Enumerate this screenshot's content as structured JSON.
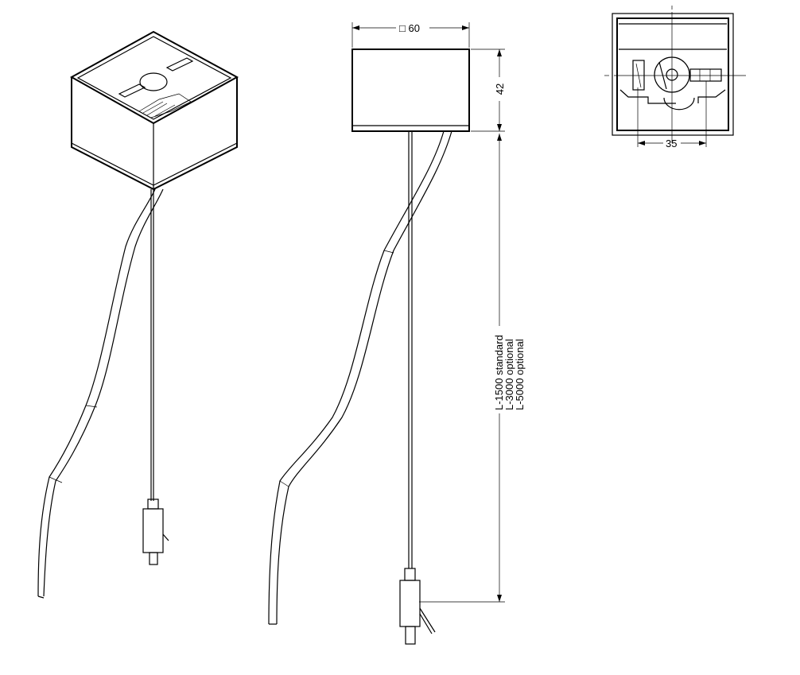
{
  "drawing": {
    "width_dimension": "□ 60",
    "height_dimension": "42",
    "spacing_dimension": "35",
    "cable_length_options": [
      "L-1500 standard",
      "L-3000 optional",
      "L-5000 optional"
    ]
  },
  "colors": {
    "line": "#000000",
    "background": "#ffffff"
  }
}
